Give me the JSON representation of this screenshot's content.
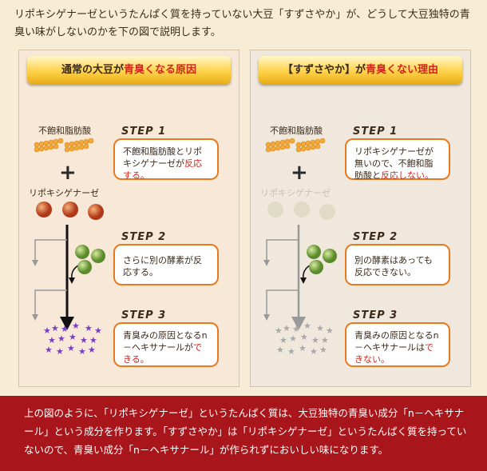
{
  "intro": "リポキシゲナーゼというたんぱく質を持っていない大豆「すずさやか」が、どうして大豆独特の青臭い味がしないのかを下の図で説明します。",
  "left": {
    "banner_prefix": "通常の大豆が",
    "banner_highlight": "青臭くなる原因",
    "fatty_acid_label": "不飽和脂肪酸",
    "enzyme_label": "リポキシゲナーゼ",
    "step1": {
      "title": "STEP 1",
      "text": "不飽和脂肪酸とリポキシゲナーゼが",
      "highlight": "反応する。"
    },
    "step2": {
      "title": "STEP 2",
      "text": "さらに別の酵素が反応する。"
    },
    "step3": {
      "title": "STEP 3",
      "text": "青臭みの原因となるn－ヘキサナールが",
      "highlight": "できる。"
    }
  },
  "right": {
    "banner_prefix": "【すずさやか】が",
    "banner_highlight": "青臭くない理由",
    "fatty_acid_label": "不飽和脂肪酸",
    "enzyme_label": "リポキシゲナーゼ",
    "step1": {
      "title": "STEP 1",
      "text": "リポキシゲナーゼが無いので、不飽和脂肪酸と",
      "highlight": "反応しない。"
    },
    "step2": {
      "title": "STEP 2",
      "text": "別の酵素はあっても反応できない。"
    },
    "step3": {
      "title": "STEP 3",
      "text": "青臭みの原因となるn－ヘキサナールは",
      "highlight": "できない。"
    }
  },
  "footer": "上の図のように、「リポキシゲナーゼ」というたんぱく質は、大豆独特の青臭い成分「n－ヘキサナール」という成分を作ります。「すずさやか」は「リポキシゲナーゼ」というたんぱく質を持っていないので、青臭い成分「n－ヘキサナール」が作られずにおいしい味になります。",
  "colors": {
    "accent_red": "#d0251c",
    "box_border": "#e9791e",
    "footer_bg": "#a8161b",
    "banner": "#ffd24a"
  }
}
